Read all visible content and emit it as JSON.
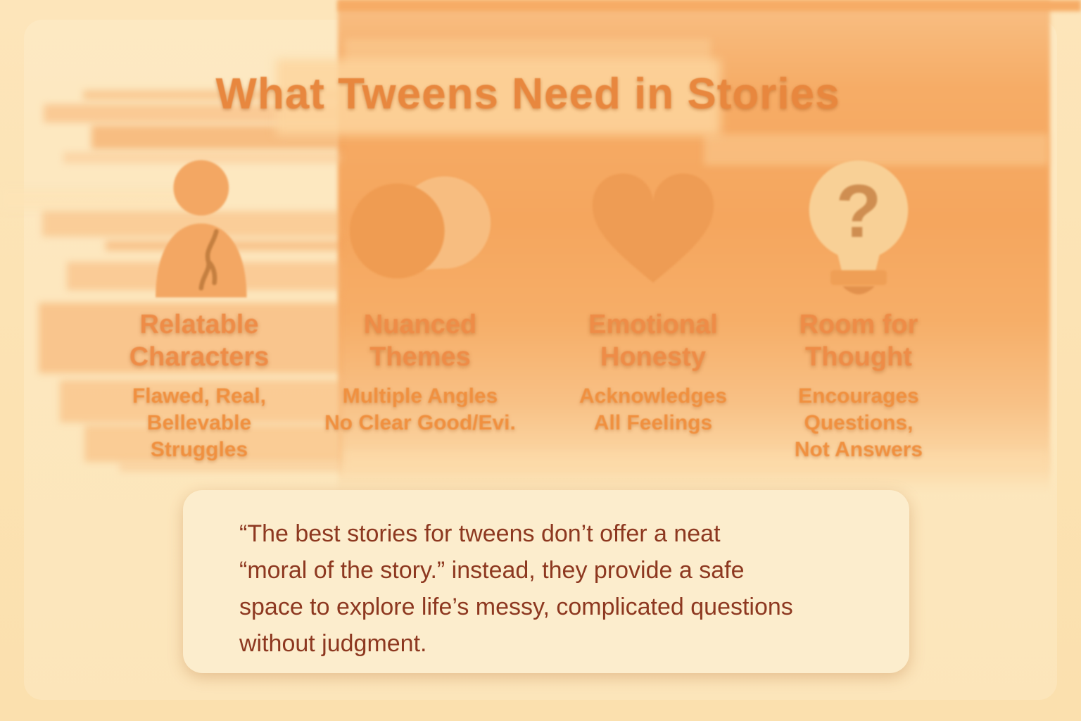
{
  "title": "What Tweens Need in Stories",
  "columns": [
    {
      "icon": "flawed-person-icon",
      "heading": "Relatable\nCharacters",
      "subtext": "Flawed, Real,\nBellevable\nStruggles"
    },
    {
      "icon": "overlapping-circles-icon",
      "heading": "Nuanced\nThemes",
      "subtext": "Multiple Angles\nNo Clear Good/Evi."
    },
    {
      "icon": "heart-icon",
      "heading": "Emotional\nHonesty",
      "subtext": "Acknowledges\nAll Feelings"
    },
    {
      "icon": "lightbulb-question-icon",
      "heading": "Room for\nThought",
      "subtext": "Encourages\nQuestions,\nNot Answers"
    }
  ],
  "quote": {
    "text": "“The best stories for tweens don’t offer a neat\n“moral of the story.” instead, they provide a safe\nspace to explore life’s messy, complicated questions\nwithout judgment."
  },
  "colors": {
    "background_cream": "#fce3b4",
    "panel_orange": "#f5a65e",
    "title_text": "#e8873e",
    "heading_text": "#ee8c47",
    "subtext_text": "#f0903f",
    "icon_fill": "#f3a763",
    "icon_light_fill": "#f8d096",
    "icon_dark_detail": "#c47f40",
    "quote_background": "#fcedcd",
    "quote_text": "#8d3820"
  }
}
